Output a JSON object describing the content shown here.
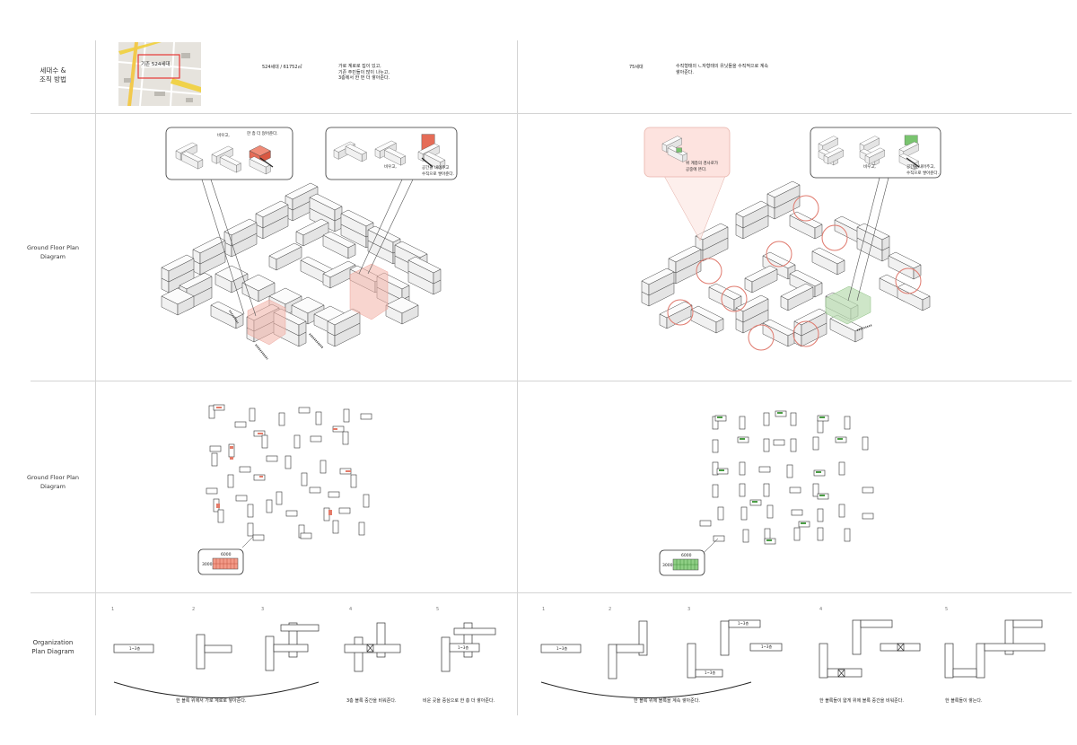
{
  "rows": [
    {
      "label": "세대수 &\n조직 방법"
    },
    {
      "label": "Ground Floor Plan\nDiagram"
    },
    {
      "label": "Ground Floor Plan\nDiagram"
    },
    {
      "label": "Organization\nPlan Diagram"
    }
  ],
  "left": {
    "map_label": "기존 524세대",
    "units": "524세대 / 61752㎡",
    "method": "가로 계로로 집이 있고,\n기존 주민들이 많이 나누고,\n3층에서 한 번 더 쌓아준다.",
    "callout1": {
      "t1": "비우고,",
      "t2": "한 층 더 얹어준다."
    },
    "callout2": {
      "t1": "비우고,",
      "t2": "공간을 내어주고\n수직으로 쌓아준다."
    },
    "plan_dims": {
      "w": "6000",
      "h": "3000"
    },
    "steps": [
      "1",
      "2",
      "3",
      "4",
      "5"
    ],
    "step_labels": {
      "s1": "1~3층",
      "s2": "1~3층"
    },
    "captions": {
      "c1": "한 블록 위에서 가로 계로로 쌓아준다.",
      "c2": "3층 블록 중간을 비워준다.",
      "c3": "비운 곳을 중심으로 한 층 더 쌓아준다."
    }
  },
  "right": {
    "units": "75세대",
    "method": "수직형태의 ㄴ자형태의 유닛들을 수직적으로 계속\n쌓아준다.",
    "callout1": {
      "t1": "위 계층의 경사로가\n공중에 뜬다."
    },
    "callout2": {
      "t1": "비우고,",
      "t2": "공간을 내어주고,\n수직으로 쌓아준다."
    },
    "plan_dims": {
      "w": "6000",
      "h": "3000"
    },
    "steps": [
      "1",
      "2",
      "3",
      "4",
      "5"
    ],
    "step_labels": {
      "s1": "1~3층",
      "s2": "1~3층",
      "s3": "1~3층",
      "s4": "1~3층"
    },
    "captions": {
      "c1": "한 블록 위에 블록을 계속 쌓아준다.",
      "c2": "한 블록들이 얇게 위에 블록 중간을 비워준다.",
      "c3": "한 블록들이 쌓는다."
    }
  },
  "colors": {
    "accent_left": "#ee8a7a",
    "accent_right": "#8fc98a",
    "grid": "#d4d4d4",
    "circle": "#e07a6e"
  }
}
